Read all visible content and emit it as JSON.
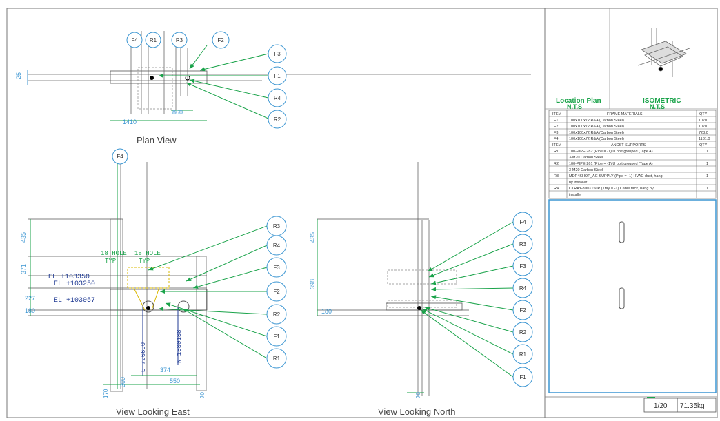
{
  "views": {
    "plan": {
      "title": "Plan View",
      "dims": {
        "left": "25",
        "bottom_inner": "860",
        "bottom_outer": "1410"
      },
      "top_labels": [
        "F4",
        "R1",
        "R3",
        "F2"
      ],
      "right_labels": [
        "F3",
        "F1",
        "R4",
        "R2"
      ]
    },
    "east": {
      "title": "View Looking East",
      "top_label": "F4",
      "right_labels": [
        "R3",
        "R4",
        "F3",
        "F2",
        "R2",
        "F1",
        "R1"
      ],
      "dims_left": [
        "435",
        "371",
        "227",
        "180"
      ],
      "dims_bottom": [
        "170",
        "300",
        "374",
        "550",
        "70"
      ],
      "holes": [
        {
          "line1": "18 HOLE",
          "line2": "TYP"
        },
        {
          "line1": "18 HOLE",
          "line2": "TYP"
        }
      ],
      "elevations": [
        "EL +103350",
        "EL +103250",
        "EL +103057"
      ],
      "vertical_text": [
        "E 726690",
        "N 1330138"
      ]
    },
    "north": {
      "title": "View Looking North",
      "right_labels": [
        "F4",
        "R3",
        "F3",
        "R4",
        "F2",
        "R2",
        "R1",
        "F1"
      ],
      "dims_left": [
        "435",
        "398",
        "180"
      ],
      "dims_bottom": [
        "70"
      ]
    }
  },
  "titleblock": {
    "location_label": "Location Plan",
    "location_scale": "N.T.S",
    "iso_label": "ISOMETRIC",
    "iso_scale": "N.T.S",
    "frame_header": {
      "item": "ITEM",
      "desc": "FRAME MATERIALS",
      "qty": "QTY"
    },
    "frame_rows": [
      {
        "item": "F1",
        "desc": "100x100x72 R&A (Carbon Steel)",
        "qty": "1070"
      },
      {
        "item": "F2",
        "desc": "100x100x72 R&A (Carbon Steel)",
        "qty": "1070"
      },
      {
        "item": "F3",
        "desc": "100x100x72 R&A (Carbon Steel)",
        "qty": "728.0"
      },
      {
        "item": "F4",
        "desc": "100x100x72 R&A (Carbon Steel)",
        "qty": "1181.0"
      }
    ],
    "support_header": {
      "item": "ITEM",
      "desc": "ANCST SUPPORTS",
      "qty": "QTY"
    },
    "support_rows": [
      {
        "item": "R1",
        "desc": "100-PIPE-282 (Pipe = -1) U bolt grouped  (Tape A)",
        "qty": "1"
      },
      {
        "item": "",
        "desc": "3-M20 Carbon Steel",
        "qty": ""
      },
      {
        "item": "R2",
        "desc": "100-PIPE-261 (Pipe = -1) U bolt grouped  (Tape A)",
        "qty": "1"
      },
      {
        "item": "",
        "desc": "3-M20 Carbon Steel",
        "qty": ""
      },
      {
        "item": "R3",
        "desc": "MDP4SHOP_AC-SUPPLY (Pipe = -1) HVAC duct, hang",
        "qty": "1"
      },
      {
        "item": "",
        "desc": "by installer",
        "qty": ""
      },
      {
        "item": "R4",
        "desc": "CTRAY-800X150P (Tray = -1) Cable rack, hang by",
        "qty": "1"
      },
      {
        "item": "",
        "desc": "installer",
        "qty": ""
      }
    ],
    "scale": "1/20",
    "weight": "71.35kg"
  },
  "colors": {
    "green": "#1aa34a",
    "blue": "#3c96d2",
    "gray": "#555555",
    "yellow": "#d9b800",
    "navy": "#1f3a93"
  }
}
